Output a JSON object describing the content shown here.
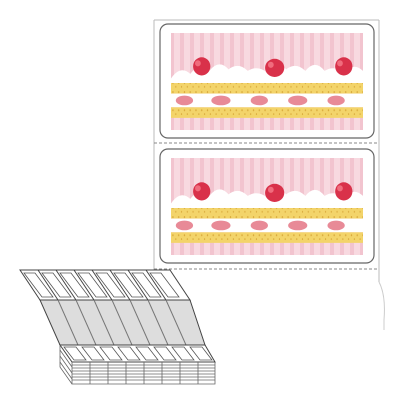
{
  "product": {
    "type": "fanfold-label-roll",
    "label_count_visible": 2,
    "artwork": "strawberry-shortcake-pink-stripes",
    "colors": {
      "stripe_light": "#f8d9e0",
      "stripe_dark": "#f2c4cf",
      "sponge": "#f3d46a",
      "sponge_dot": "#d9a93b",
      "cream": "#ffffff",
      "strawberry": "#d9314a",
      "strawberry_slice": "#e88a97",
      "outline": "#555555",
      "perforation": "#888888"
    }
  }
}
